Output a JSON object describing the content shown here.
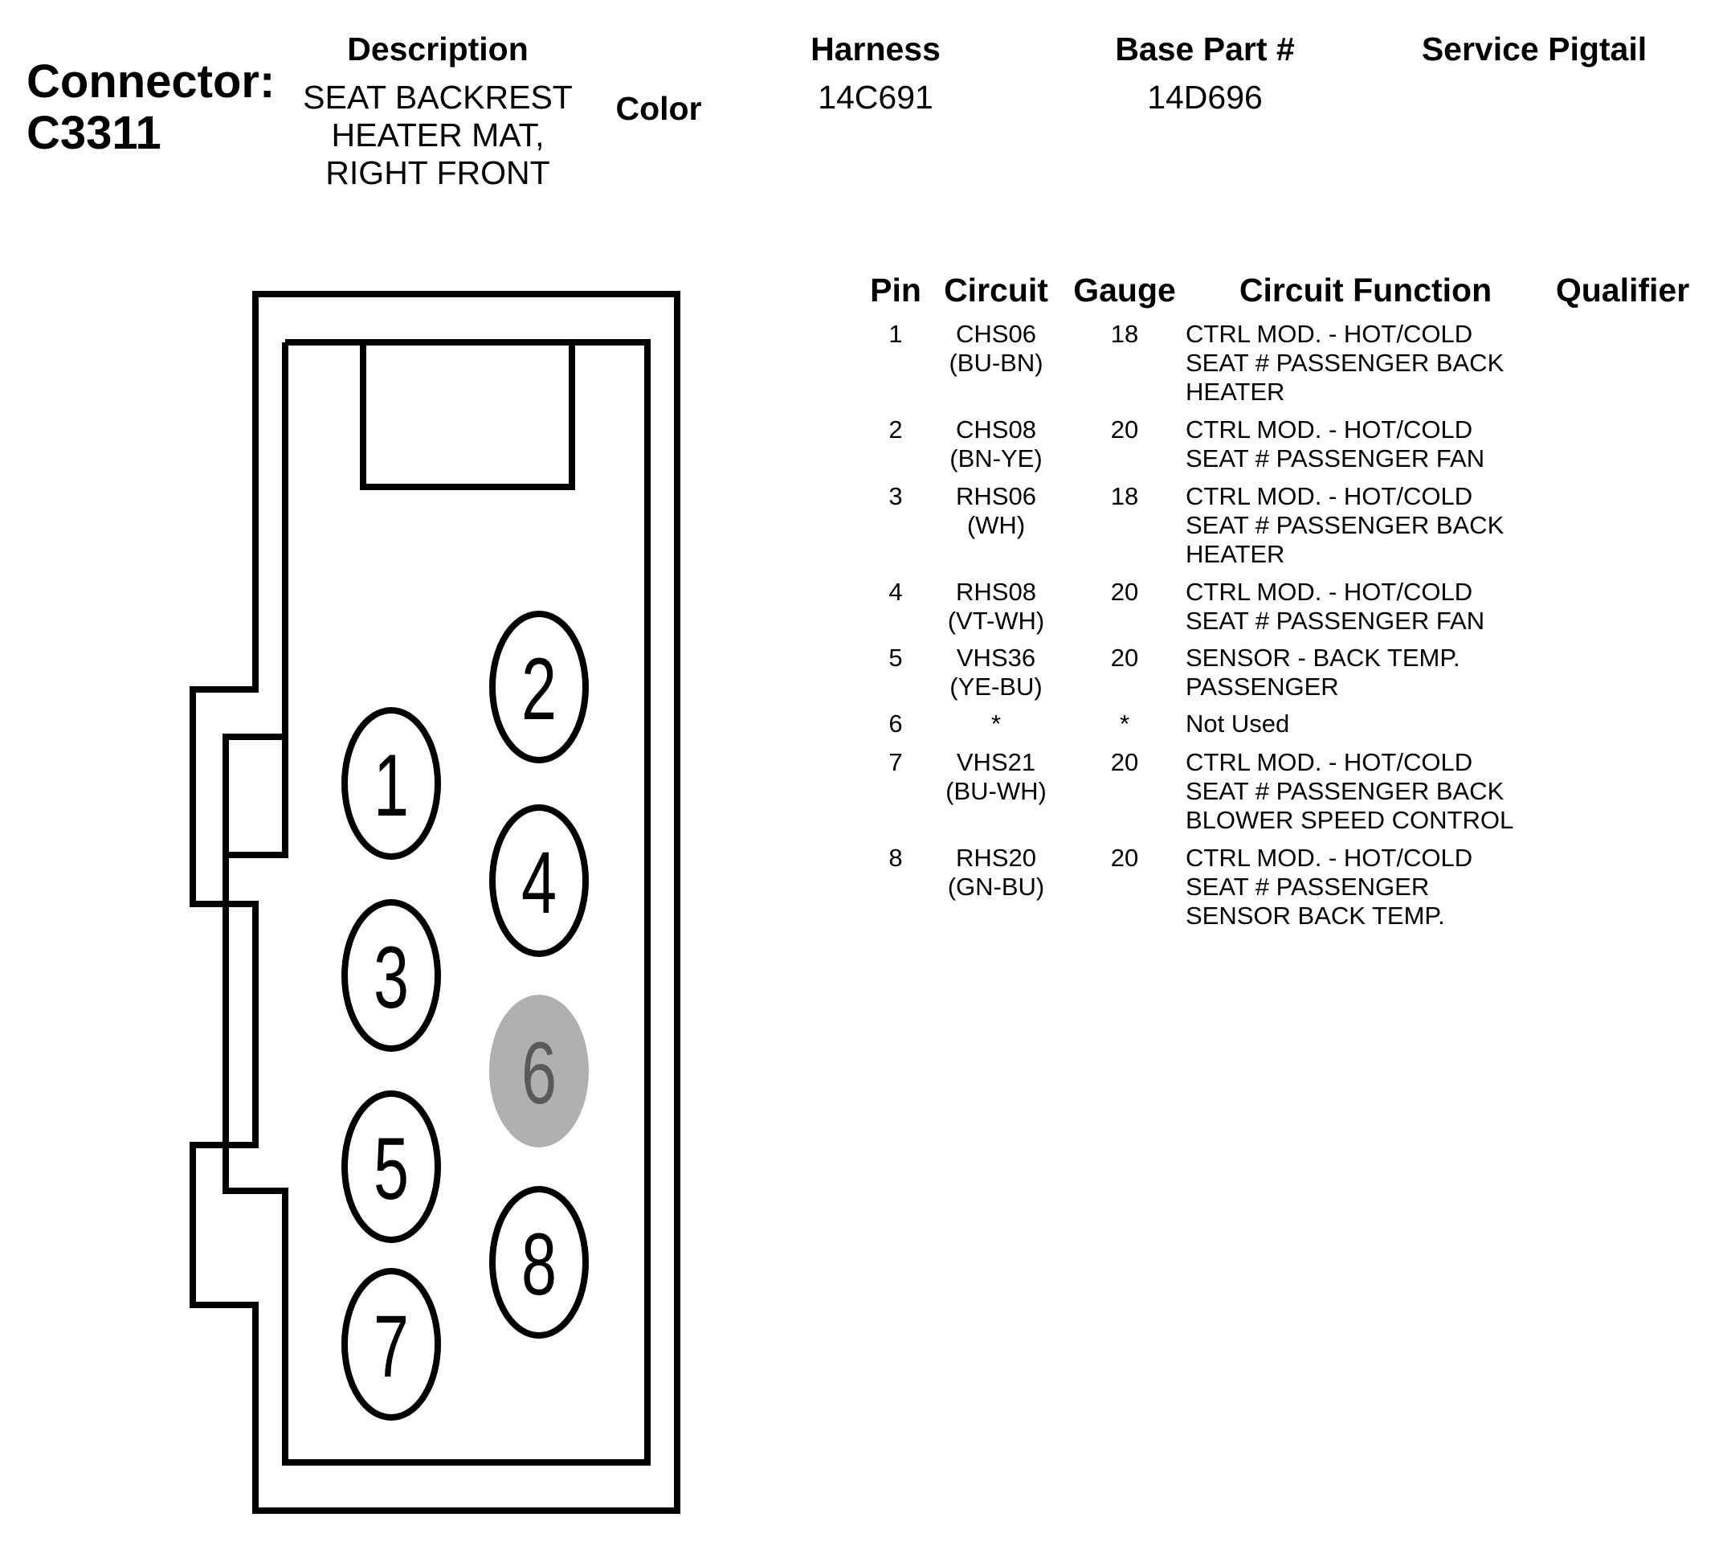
{
  "header": {
    "connector_label": "Connector:",
    "connector_id": "C3311",
    "description_label": "Description",
    "description_lines": [
      "SEAT BACKREST",
      "HEATER MAT,",
      "RIGHT FRONT"
    ],
    "color_label": "Color",
    "harness_label": "Harness",
    "harness_value": "14C691",
    "base_part_label": "Base Part #",
    "base_part_value": "14D696",
    "service_pigtail_label": "Service Pigtail"
  },
  "table": {
    "columns": [
      "Pin",
      "Circuit",
      "Gauge",
      "Circuit Function",
      "Qualifier"
    ],
    "rows": [
      {
        "pin": "1",
        "circuit": [
          "CHS06",
          "(BU-BN)"
        ],
        "gauge": "18",
        "function": [
          "CTRL MOD. - HOT/COLD",
          "SEAT # PASSENGER BACK",
          "HEATER"
        ]
      },
      {
        "pin": "2",
        "circuit": [
          "CHS08",
          "(BN-YE)"
        ],
        "gauge": "20",
        "function": [
          "CTRL MOD. - HOT/COLD",
          "SEAT # PASSENGER FAN"
        ]
      },
      {
        "pin": "3",
        "circuit": [
          "RHS06",
          "(WH)"
        ],
        "gauge": "18",
        "function": [
          "CTRL MOD. - HOT/COLD",
          "SEAT # PASSENGER BACK",
          "HEATER"
        ]
      },
      {
        "pin": "4",
        "circuit": [
          "RHS08",
          "(VT-WH)"
        ],
        "gauge": "20",
        "function": [
          "CTRL MOD. - HOT/COLD",
          "SEAT # PASSENGER FAN"
        ]
      },
      {
        "pin": "5",
        "circuit": [
          "VHS36",
          "(YE-BU)"
        ],
        "gauge": "20",
        "function": [
          "SENSOR - BACK TEMP.",
          "PASSENGER"
        ]
      },
      {
        "pin": "6",
        "circuit": [
          "*"
        ],
        "gauge": "*",
        "function": [
          "Not Used"
        ]
      },
      {
        "pin": "7",
        "circuit": [
          "VHS21",
          "(BU-WH)"
        ],
        "gauge": "20",
        "function": [
          "CTRL MOD. - HOT/COLD",
          "SEAT # PASSENGER BACK",
          "BLOWER SPEED CONTROL"
        ]
      },
      {
        "pin": "8",
        "circuit": [
          "RHS20",
          "(GN-BU)"
        ],
        "gauge": "20",
        "function": [
          "CTRL MOD. - HOT/COLD",
          "SEAT # PASSENGER",
          "SENSOR BACK TEMP."
        ]
      }
    ]
  },
  "connector_diagram": {
    "pins": [
      {
        "label": "1",
        "used": true
      },
      {
        "label": "2",
        "used": true
      },
      {
        "label": "3",
        "used": true
      },
      {
        "label": "4",
        "used": true
      },
      {
        "label": "5",
        "used": true
      },
      {
        "label": "6",
        "used": false
      },
      {
        "label": "7",
        "used": true
      },
      {
        "label": "8",
        "used": true
      }
    ],
    "colors": {
      "outline": "#000000",
      "unused_pin_fill": "#b0b0b0",
      "unused_pin_text": "#5a5a5a"
    }
  }
}
